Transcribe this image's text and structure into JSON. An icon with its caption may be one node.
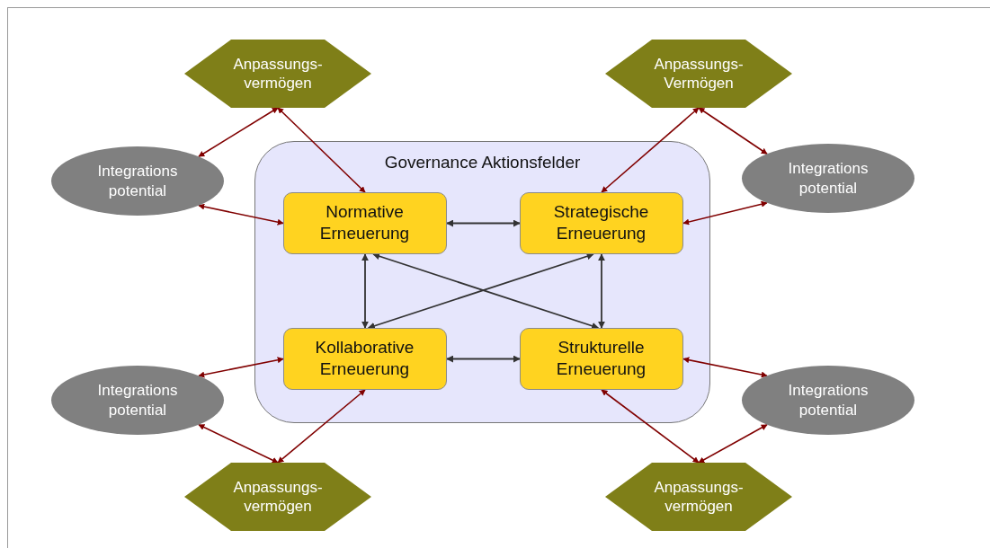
{
  "diagram": {
    "nodes": [
      {
        "text": [
          "Anpassungs- vermögen"
        ]
      },
      {
        "text": [
          "Anpassungs- Vermögen"
        ]
      },
      {
        "text": [
          "Governance Aktionsfelder"
        ]
      },
      {
        "text": [
          "Integrations potential"
        ]
      },
      {
        "text": [
          "Normative Erneuerung"
        ],
        "in": 2
      },
      {
        "text": [
          "Strategische Erneuerung"
        ],
        "in": 2
      },
      {
        "text": [
          "Integrations potential"
        ]
      },
      {
        "text": [
          "Kollaborative Erneuerung"
        ],
        "in": 2
      },
      {
        "text": [
          "Strukturelle Erneuerung"
        ],
        "in": 2
      },
      {
        "text": [
          "Integrations potential"
        ]
      },
      {
        "text": [
          "Integrations potential"
        ]
      },
      {
        "text": [
          "Anpassungs- vermögen"
        ]
      },
      {
        "text": [
          "Anpassungs- vermögen"
        ]
      }
    ],
    "edges": [
      {
        "from": 0,
        "to": 3,
        "arrow": "both"
      },
      {
        "from": 0,
        "to": 4,
        "arrow": "both"
      },
      {
        "from": 1,
        "to": 5,
        "arrow": "both"
      },
      {
        "from": 1,
        "to": 6,
        "arrow": "both"
      },
      {
        "from": 3,
        "to": 4,
        "arrow": "both"
      },
      {
        "from": 4,
        "to": 5,
        "arrow": "both",
        "color": "#333333"
      },
      {
        "from": 6,
        "to": 5,
        "arrow": "both"
      },
      {
        "from": 4,
        "to": 7,
        "arrow": "both",
        "color": "#333333"
      },
      {
        "from": 4,
        "to": 8,
        "arrow": "both",
        "color": "#333333"
      },
      {
        "from": 5,
        "to": 7,
        "arrow": "both",
        "color": "#333333"
      },
      {
        "from": 5,
        "to": 8,
        "arrow": "both",
        "color": "#333333"
      },
      {
        "from": 7,
        "to": 8,
        "arrow": "both",
        "color": "#333333"
      },
      {
        "from": 7,
        "to": 9,
        "arrow": "both"
      },
      {
        "from": 8,
        "to": 10,
        "arrow": "both"
      },
      {
        "from": 9,
        "to": 11,
        "arrow": "both"
      },
      {
        "from": 7,
        "to": 11,
        "arrow": "both"
      },
      {
        "from": 8,
        "to": 12,
        "arrow": "both"
      },
      {
        "from": 10,
        "to": 12,
        "arrow": "both"
      }
    ]
  }
}
